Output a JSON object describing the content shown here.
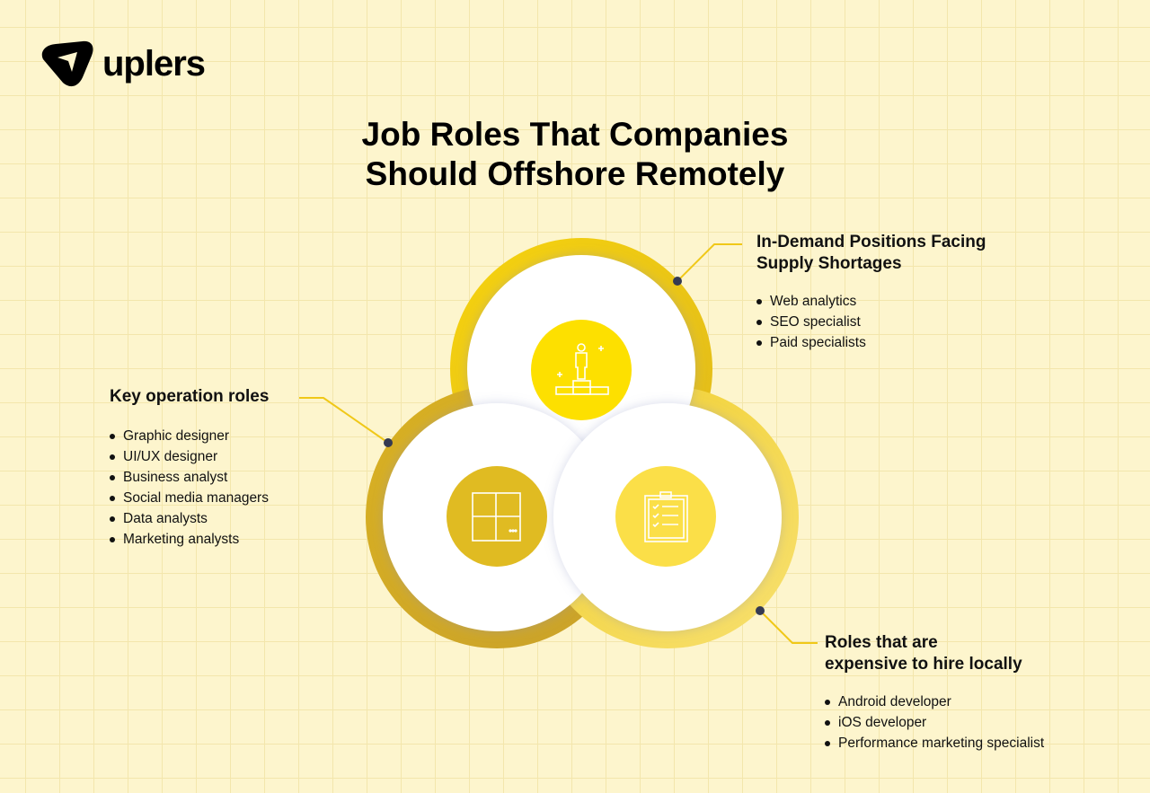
{
  "brand": {
    "name": "uplers"
  },
  "title": {
    "line1": "Job Roles That Companies",
    "line2": "Should Offshore Remotely"
  },
  "sections": [
    {
      "heading_lines": [
        "In-Demand Positions Facing",
        "Supply Shortages"
      ],
      "icon": "person-on-podium-icon",
      "items": [
        "Web analytics",
        "SEO specialist",
        "Paid specialists"
      ]
    },
    {
      "heading_lines": [
        "Key operation roles"
      ],
      "icon": "puzzle-icon",
      "items": [
        "Graphic designer",
        "UI/UX designer",
        "Business analyst",
        "Social media managers",
        "Data analysts",
        "Marketing analysts"
      ]
    },
    {
      "heading_lines": [
        "Roles that are",
        "expensive to hire locally"
      ],
      "icon": "clipboard-checklist-icon",
      "items": [
        "Android developer",
        "iOS developer",
        "Performance marketing specialist"
      ]
    }
  ],
  "colors": {
    "top": "#fde000",
    "left": "#e0bb22",
    "right": "#fbdf48",
    "dot": "#343a52",
    "line": "#f0c818"
  }
}
